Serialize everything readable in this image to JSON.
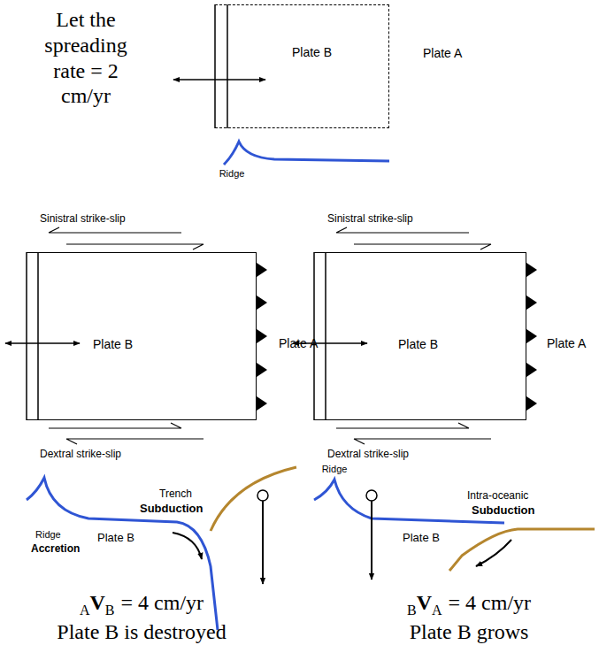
{
  "diagram": {
    "nodes": [
      {
        "text": [
          "Plate B"
        ]
      },
      {
        "text": [
          "Plate B"
        ]
      },
      {
        "text": [
          "Plate B"
        ]
      }
    ],
    "labels": [
      "Let the spreading rate = 2 cm/yr",
      "Plate A",
      "Ridge",
      "Sinistral strike-slip",
      "Sinistral strike-slip",
      "Plate A",
      "Plate A",
      "Dextral strike-slip",
      "Dextral strike-slip",
      "Ridge",
      "Trench",
      "Intra-oceanic",
      "Subduction",
      "Subduction",
      "Ridge",
      "Accretion",
      "Plate B",
      "Plate B",
      "A",
      "V",
      "B",
      "= 4 cm/yr",
      "B",
      "V",
      "A",
      "= 4 cm/yr",
      "Plate B is destroyed",
      "Plate B grows"
    ]
  }
}
